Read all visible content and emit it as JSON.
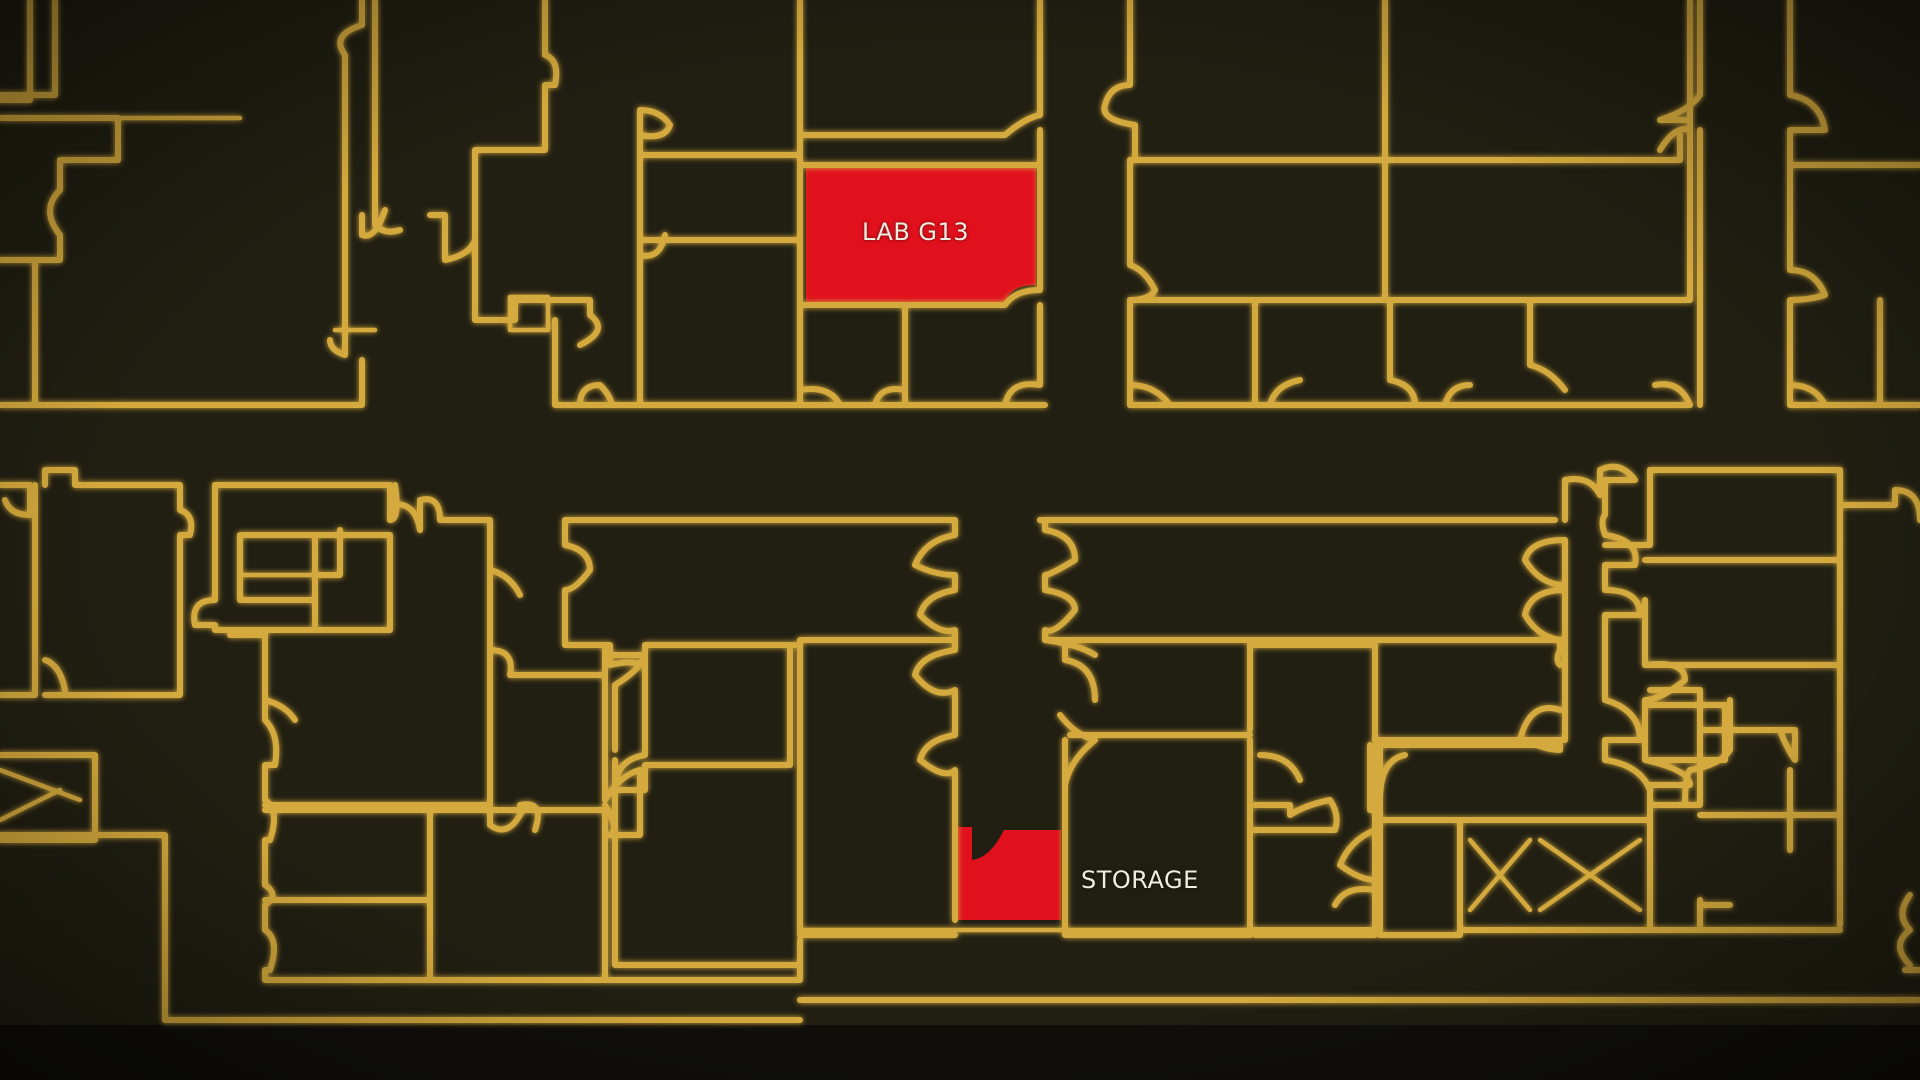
{
  "map": {
    "colors": {
      "background": "#141310",
      "floor": "#211f12",
      "wall": "#d4a93c",
      "highlight": "#e0101c"
    },
    "rooms": [
      {
        "id": "lab-g13",
        "label": "LAB G13",
        "highlighted": true
      },
      {
        "id": "storage",
        "label": "STORAGE",
        "highlighted": true
      }
    ],
    "icons": [
      "door-arc-icon",
      "crate-x-icon"
    ]
  }
}
